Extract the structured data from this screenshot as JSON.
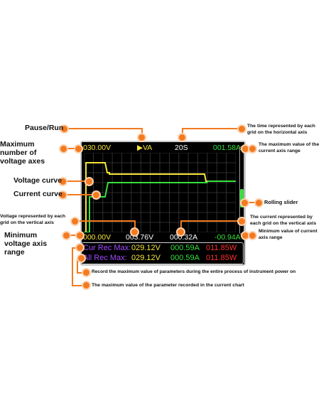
{
  "callouts": {
    "pause_run": "Pause/Run",
    "time_per_grid": "The time represented by each grid on the horizontal axis",
    "max_voltage_axes": "Maximum number of voltage axes",
    "max_current_axis_range": "The maximum value of the current axis range",
    "voltage_curve": "Voltage curve",
    "current_curve": "Current curve",
    "rolling_slider": "Rolling slider",
    "voltage_per_grid": "Voltage represented by each grid on the vertical axis",
    "current_per_grid": "The current represented by each grid on the vertical axis",
    "min_voltage_axis_range": "Minimum voltage axis range",
    "min_current_axis_range": "Minimum value of current axis range",
    "record_max_power_on": "Record the maximum value of parameters during the entire process of instrument power on",
    "record_max_chart": "The maximum value of the parameter recorded in the current chart"
  },
  "screen": {
    "top_voltage": "030.00V",
    "run_state": "▶VA",
    "time_scale": "20S",
    "top_current": "001.58A",
    "bottom_voltage": "000.00V",
    "voltage_scale": "003.76V",
    "current_scale": "000.32A",
    "bottom_current": "-00.94A",
    "cur_rec": {
      "label": "Cur Rec Max:",
      "voltage": "029.12V",
      "current": "000.59A",
      "power": "011.85W"
    },
    "all_rec": {
      "label": "All Rec Max:",
      "voltage": "029.12V",
      "current": "000.59A",
      "power": "011.85W"
    }
  },
  "colors": {
    "accent": "#f47a1f",
    "voltage": "#f5e53a",
    "current": "#37e03c",
    "power": "#ff3030",
    "label_purple": "#a24bff",
    "grid": "#3a3a3a"
  }
}
